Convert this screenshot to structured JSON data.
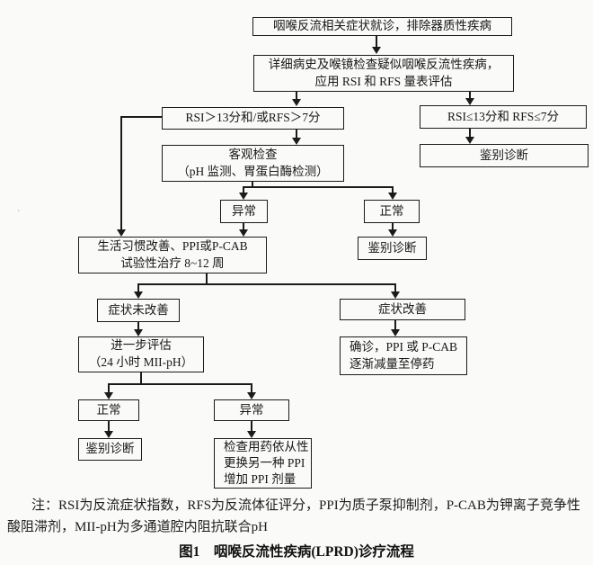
{
  "flowchart": {
    "nodes": {
      "start": "咽喉反流相关症状就诊，排除器质性疾病",
      "history_assess": "详细病史及喉镜检查疑似咽喉反流性疾病，\n应用 RSI 和 RFS 量表评估",
      "rsi_positive": "RSI＞13分和/或RFS＞7分",
      "rsi_negative": "RSI≤13分和 RFS≤7分",
      "objective_exam": "客观检查\n（pH 监测、胃蛋白酶检测）",
      "differential_1": "鉴别诊断",
      "abnormal_1": "异常",
      "normal_1": "正常",
      "differential_2": "鉴别诊断",
      "trial_treatment": "生活习惯改善、PPI或P-CAB\n试验性治疗 8~12 周",
      "symptoms_not_improved": "症状未改善",
      "symptoms_improved": "症状改善",
      "further_eval": "进一步评估\n（24 小时 MII-pH）",
      "confirmed": "确诊，PPI 或 P-CAB\n逐渐减量至停药",
      "normal_2": "正常",
      "abnormal_2": "异常",
      "differential_3": "鉴别诊断",
      "check_compliance": "检查用药依从性\n更换另一种 PPI\n增加 PPI 剂量"
    },
    "note": "注：RSI为反流症状指数，RFS为反流体征评分，PPI为质子泵抑制剂，P-CAB为钾离子竞争性酸阻滞剂，MII-pH为多通道腔内阻抗联合pH",
    "caption": "图1　咽喉反流性疾病(LPRD)诊疗流程",
    "colors": {
      "line": "#1b1b1b",
      "background": "#fafaf8",
      "text": "#171717"
    }
  }
}
